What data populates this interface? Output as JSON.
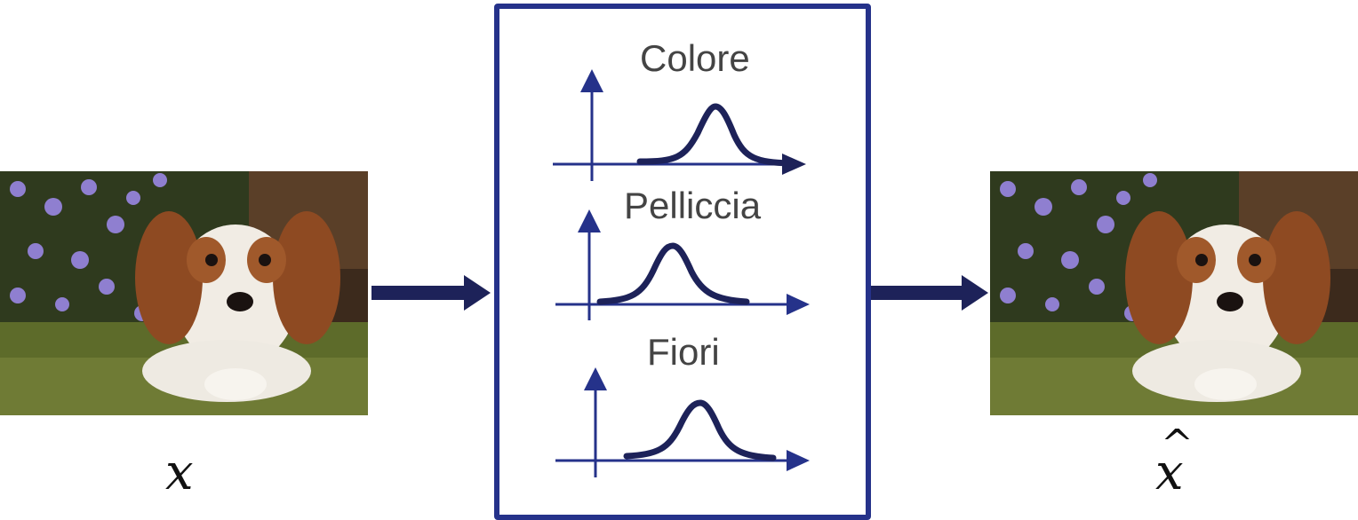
{
  "labels": {
    "input": "x",
    "output": "x",
    "output_hat": "^"
  },
  "features": [
    {
      "title": "Colore"
    },
    {
      "title": "Pelliccia"
    },
    {
      "title": "Fiori"
    }
  ],
  "colors": {
    "panel_border": "#25328a",
    "axis": "#25328a",
    "curve": "#1d2259",
    "arrow": "#1d2259"
  },
  "images": {
    "input": "puppy-photo",
    "output": "puppy-photo"
  }
}
